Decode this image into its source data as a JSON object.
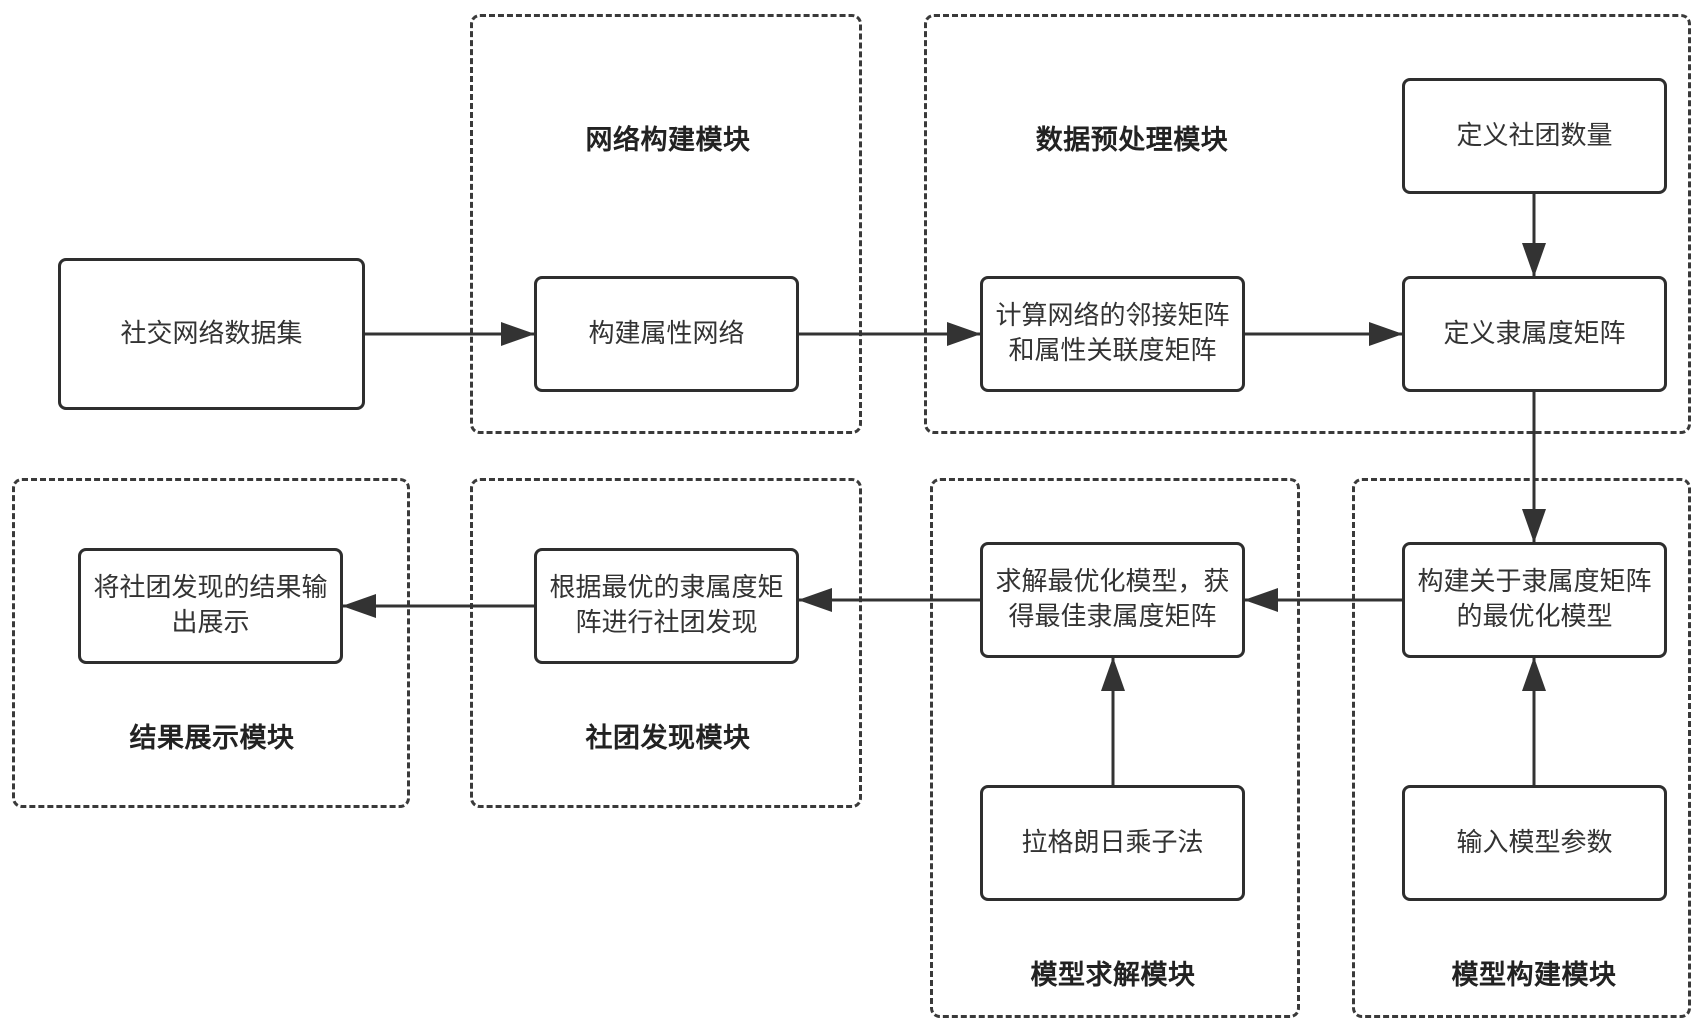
{
  "modules": {
    "network_building": "网络构建模块",
    "data_preprocessing": "数据预处理模块",
    "result_display": "结果展示模块",
    "community_discovery": "社团发现模块",
    "model_solving": "模型求解模块",
    "model_building": "模型构建模块"
  },
  "nodes": {
    "social_dataset": "社交网络数据集",
    "build_attribute_network": "构建属性网络",
    "compute_matrices": "计算网络的邻接矩阵和属性关联度矩阵",
    "define_community_count": "定义社团数量",
    "define_membership_matrix": "定义隶属度矩阵",
    "build_optimization_model": "构建关于隶属度矩阵的最优化模型",
    "input_model_params": "输入模型参数",
    "solve_optimization": "求解最优化模型，获得最佳隶属度矩阵",
    "lagrange_multiplier": "拉格朗日乘子法",
    "community_detection": "根据最优的隶属度矩阵进行社团发现",
    "output_results": "将社团发现的结果输出展示"
  },
  "colors": {
    "border": "#2e2e2e",
    "dashed_border": "#3a3a3a",
    "arrow": "#333333",
    "text": "#333333"
  }
}
